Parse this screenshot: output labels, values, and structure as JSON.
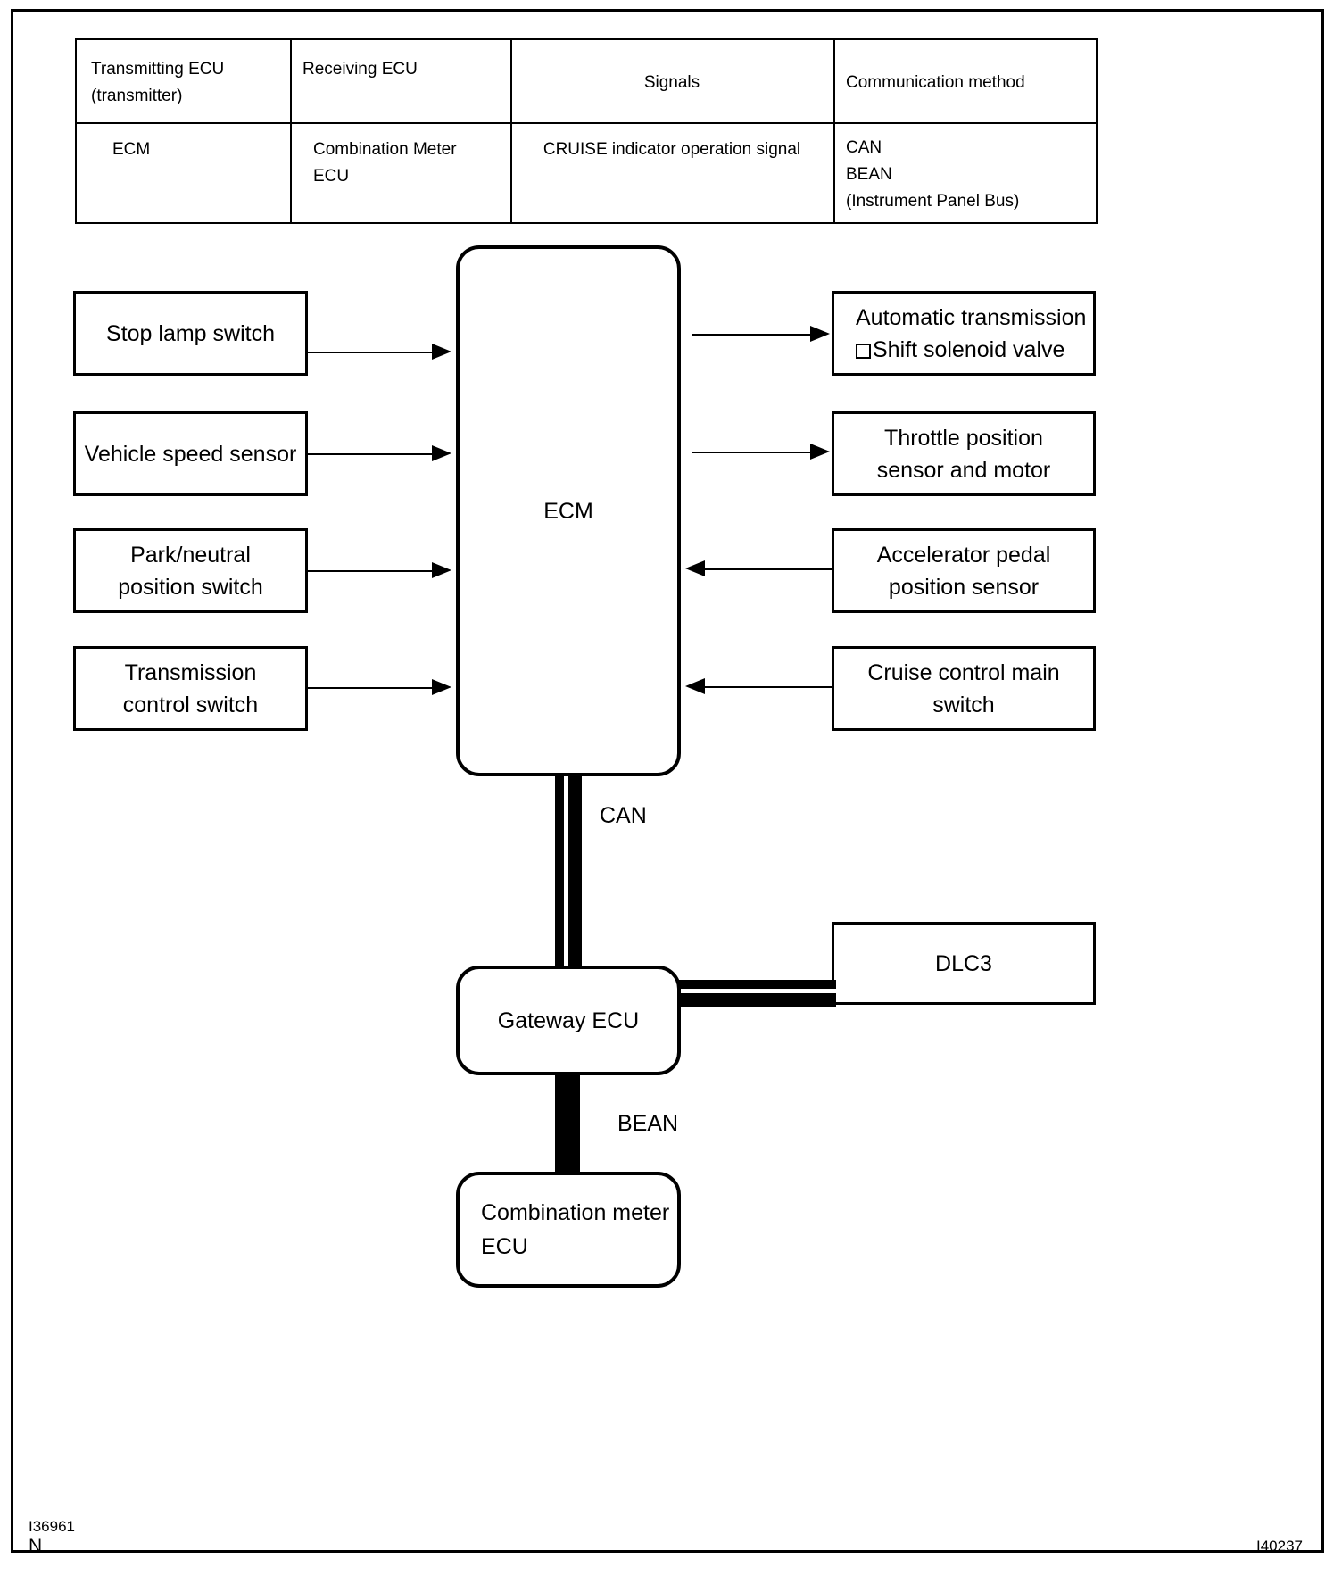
{
  "table": {
    "headers": [
      "Transmitting ECU\n(transmitter)",
      "Receiving ECU",
      "Signals",
      "Communication method"
    ],
    "header_line1": "Transmitting ECU",
    "header_line2": "(transmitter)",
    "header_receiving": "Receiving ECU",
    "header_signals": "Signals",
    "header_method": "Communication method",
    "row": {
      "transmitting": "ECM",
      "receiving_line1": "Combination   Meter",
      "receiving_line2": "ECU",
      "signals": "CRUISE indicator operation signal",
      "method_line1": "CAN",
      "method_line2": "BEAN",
      "method_line3": "(Instrument Panel Bus)"
    }
  },
  "diagram": {
    "ecm": "ECM",
    "gateway": "Gateway ECU",
    "combination_meter_line1": "Combination meter",
    "combination_meter_line2": "ECU",
    "dlc3": "DLC3",
    "bus_can": "CAN",
    "bus_bean": "BEAN",
    "inputs": [
      {
        "label": "Stop lamp switch",
        "direction": "to-ecm"
      },
      {
        "label": "Vehicle speed sensor",
        "direction": "to-ecm"
      },
      {
        "label_line1": "Park/neutral",
        "label_line2": "position switch",
        "direction": "to-ecm"
      },
      {
        "label_line1": "Transmission",
        "label_line2": "control switch",
        "direction": "to-ecm"
      }
    ],
    "outputs": [
      {
        "label_line1": "Automatic transmission",
        "label_line2": "Shift solenoid valve",
        "bullet": "square",
        "direction": "from-ecm"
      },
      {
        "label_line1": "Throttle position",
        "label_line2": "sensor and motor",
        "direction": "from-ecm"
      },
      {
        "label_line1": "Accelerator pedal",
        "label_line2": "position sensor",
        "direction": "to-ecm"
      },
      {
        "label_line1": "Cruise control main",
        "label_line2": "switch",
        "direction": "to-ecm"
      }
    ]
  },
  "footer": {
    "code_left_top": "I36961",
    "code_left_bottom": "N",
    "code_right": "I40237"
  }
}
